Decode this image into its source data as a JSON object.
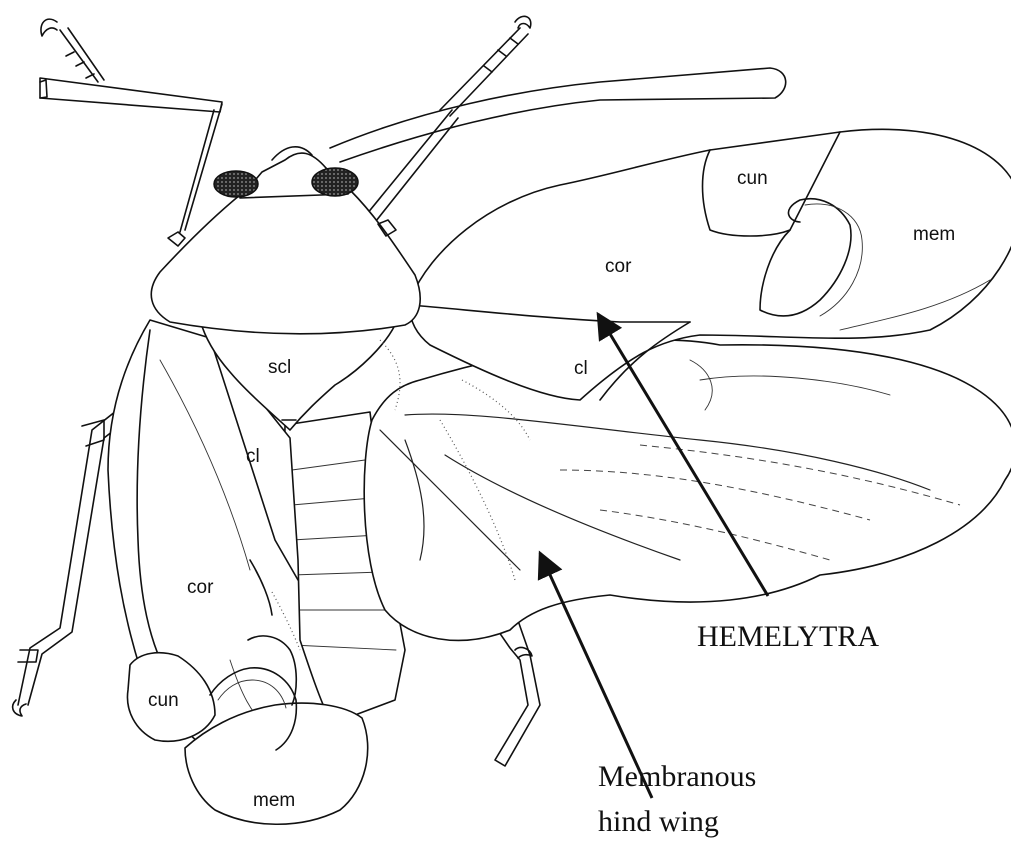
{
  "labels": {
    "cun_upper": "cun",
    "mem_upper": "mem",
    "cor_upper": "cor",
    "cl_upper": "cl",
    "scl": "scl",
    "cl_lower": "cl",
    "cor_lower": "cor",
    "cun_lower": "cun",
    "mem_lower": "mem"
  },
  "callouts": {
    "hemelytra": "HEMELYTRA",
    "hind_wing_line1": "Membranous",
    "hind_wing_line2": "hind wing"
  }
}
